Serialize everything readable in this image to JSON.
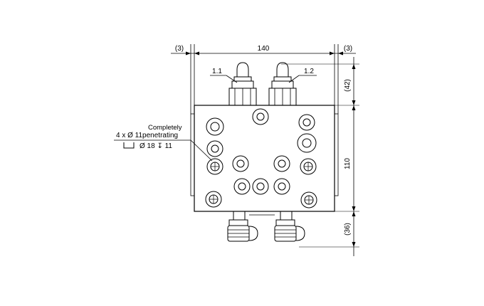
{
  "dimensions": {
    "left_offset": "(3)",
    "overall_width": "140",
    "right_offset": "(3)",
    "top_height": "(42)",
    "body_height": "110",
    "bottom_height": "(36)"
  },
  "valve_labels": {
    "valve_1": "1.1",
    "valve_2": "1.2"
  },
  "hole_callout": {
    "line_1": "Completely",
    "line_2": "4 x Ø 11penetrating",
    "line_3": "Ø 18 ↧ 11"
  },
  "icons": [
    "counterbore-symbol",
    "depth-symbol",
    "diameter-symbol"
  ]
}
